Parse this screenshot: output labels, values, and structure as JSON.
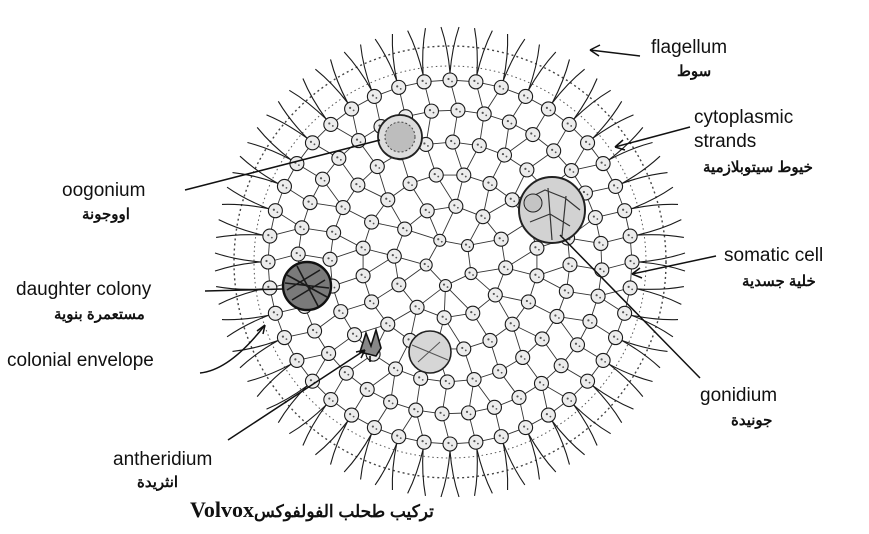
{
  "labels": {
    "flagellum": {
      "en": "flagellum",
      "ar": "سوط"
    },
    "cytoplasmic_strands": {
      "en_line1": "cytoplasmic",
      "en_line2": "strands",
      "ar": "خيوط سيتوبلازمية"
    },
    "oogonium": {
      "en": "oogonium",
      "ar": "اووجونة"
    },
    "somatic_cell": {
      "en": "somatic cell",
      "ar": "خلية جسدية"
    },
    "daughter_colony": {
      "en": "daughter colony",
      "ar": "مستعمرة بنوية"
    },
    "colonial_envelope": {
      "en": "colonial envelope"
    },
    "gonidium": {
      "en": "gonidium",
      "ar": "جونيدة"
    },
    "antheridium": {
      "en": "antheridium",
      "ar": "انثريدة"
    }
  },
  "title": {
    "ar": "تركيب طحلب الفولفوكس",
    "en": "Volvox"
  },
  "colors": {
    "ink": "#1a1a1a",
    "dots": "#555555",
    "background": "#ffffff"
  }
}
